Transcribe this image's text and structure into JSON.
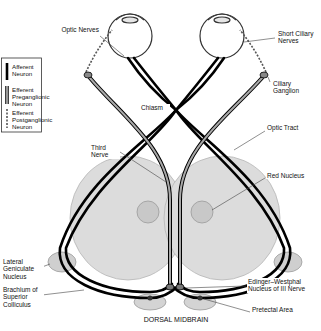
{
  "diagram": {
    "labels": [
      "Optic Nerves",
      "Short Ciliary Nerves",
      "Ciliary Ganglion",
      "Chiasm",
      "Optic Tract",
      "Third Nerve",
      "Red Nucleus",
      "Lateral Geniculate Nucleus",
      "Brachium of Superior Colliculus",
      "Edinger–Westphal Nucleus of III Nerve",
      "Pretectal Area",
      "DORSAL MIDBRAIN"
    ],
    "legend": [
      {
        "text": "Afferent Neuron"
      },
      {
        "text": "Efferent Preganglionic Neuron"
      },
      {
        "text": "Efferent Postganglionic Neuron"
      }
    ]
  }
}
